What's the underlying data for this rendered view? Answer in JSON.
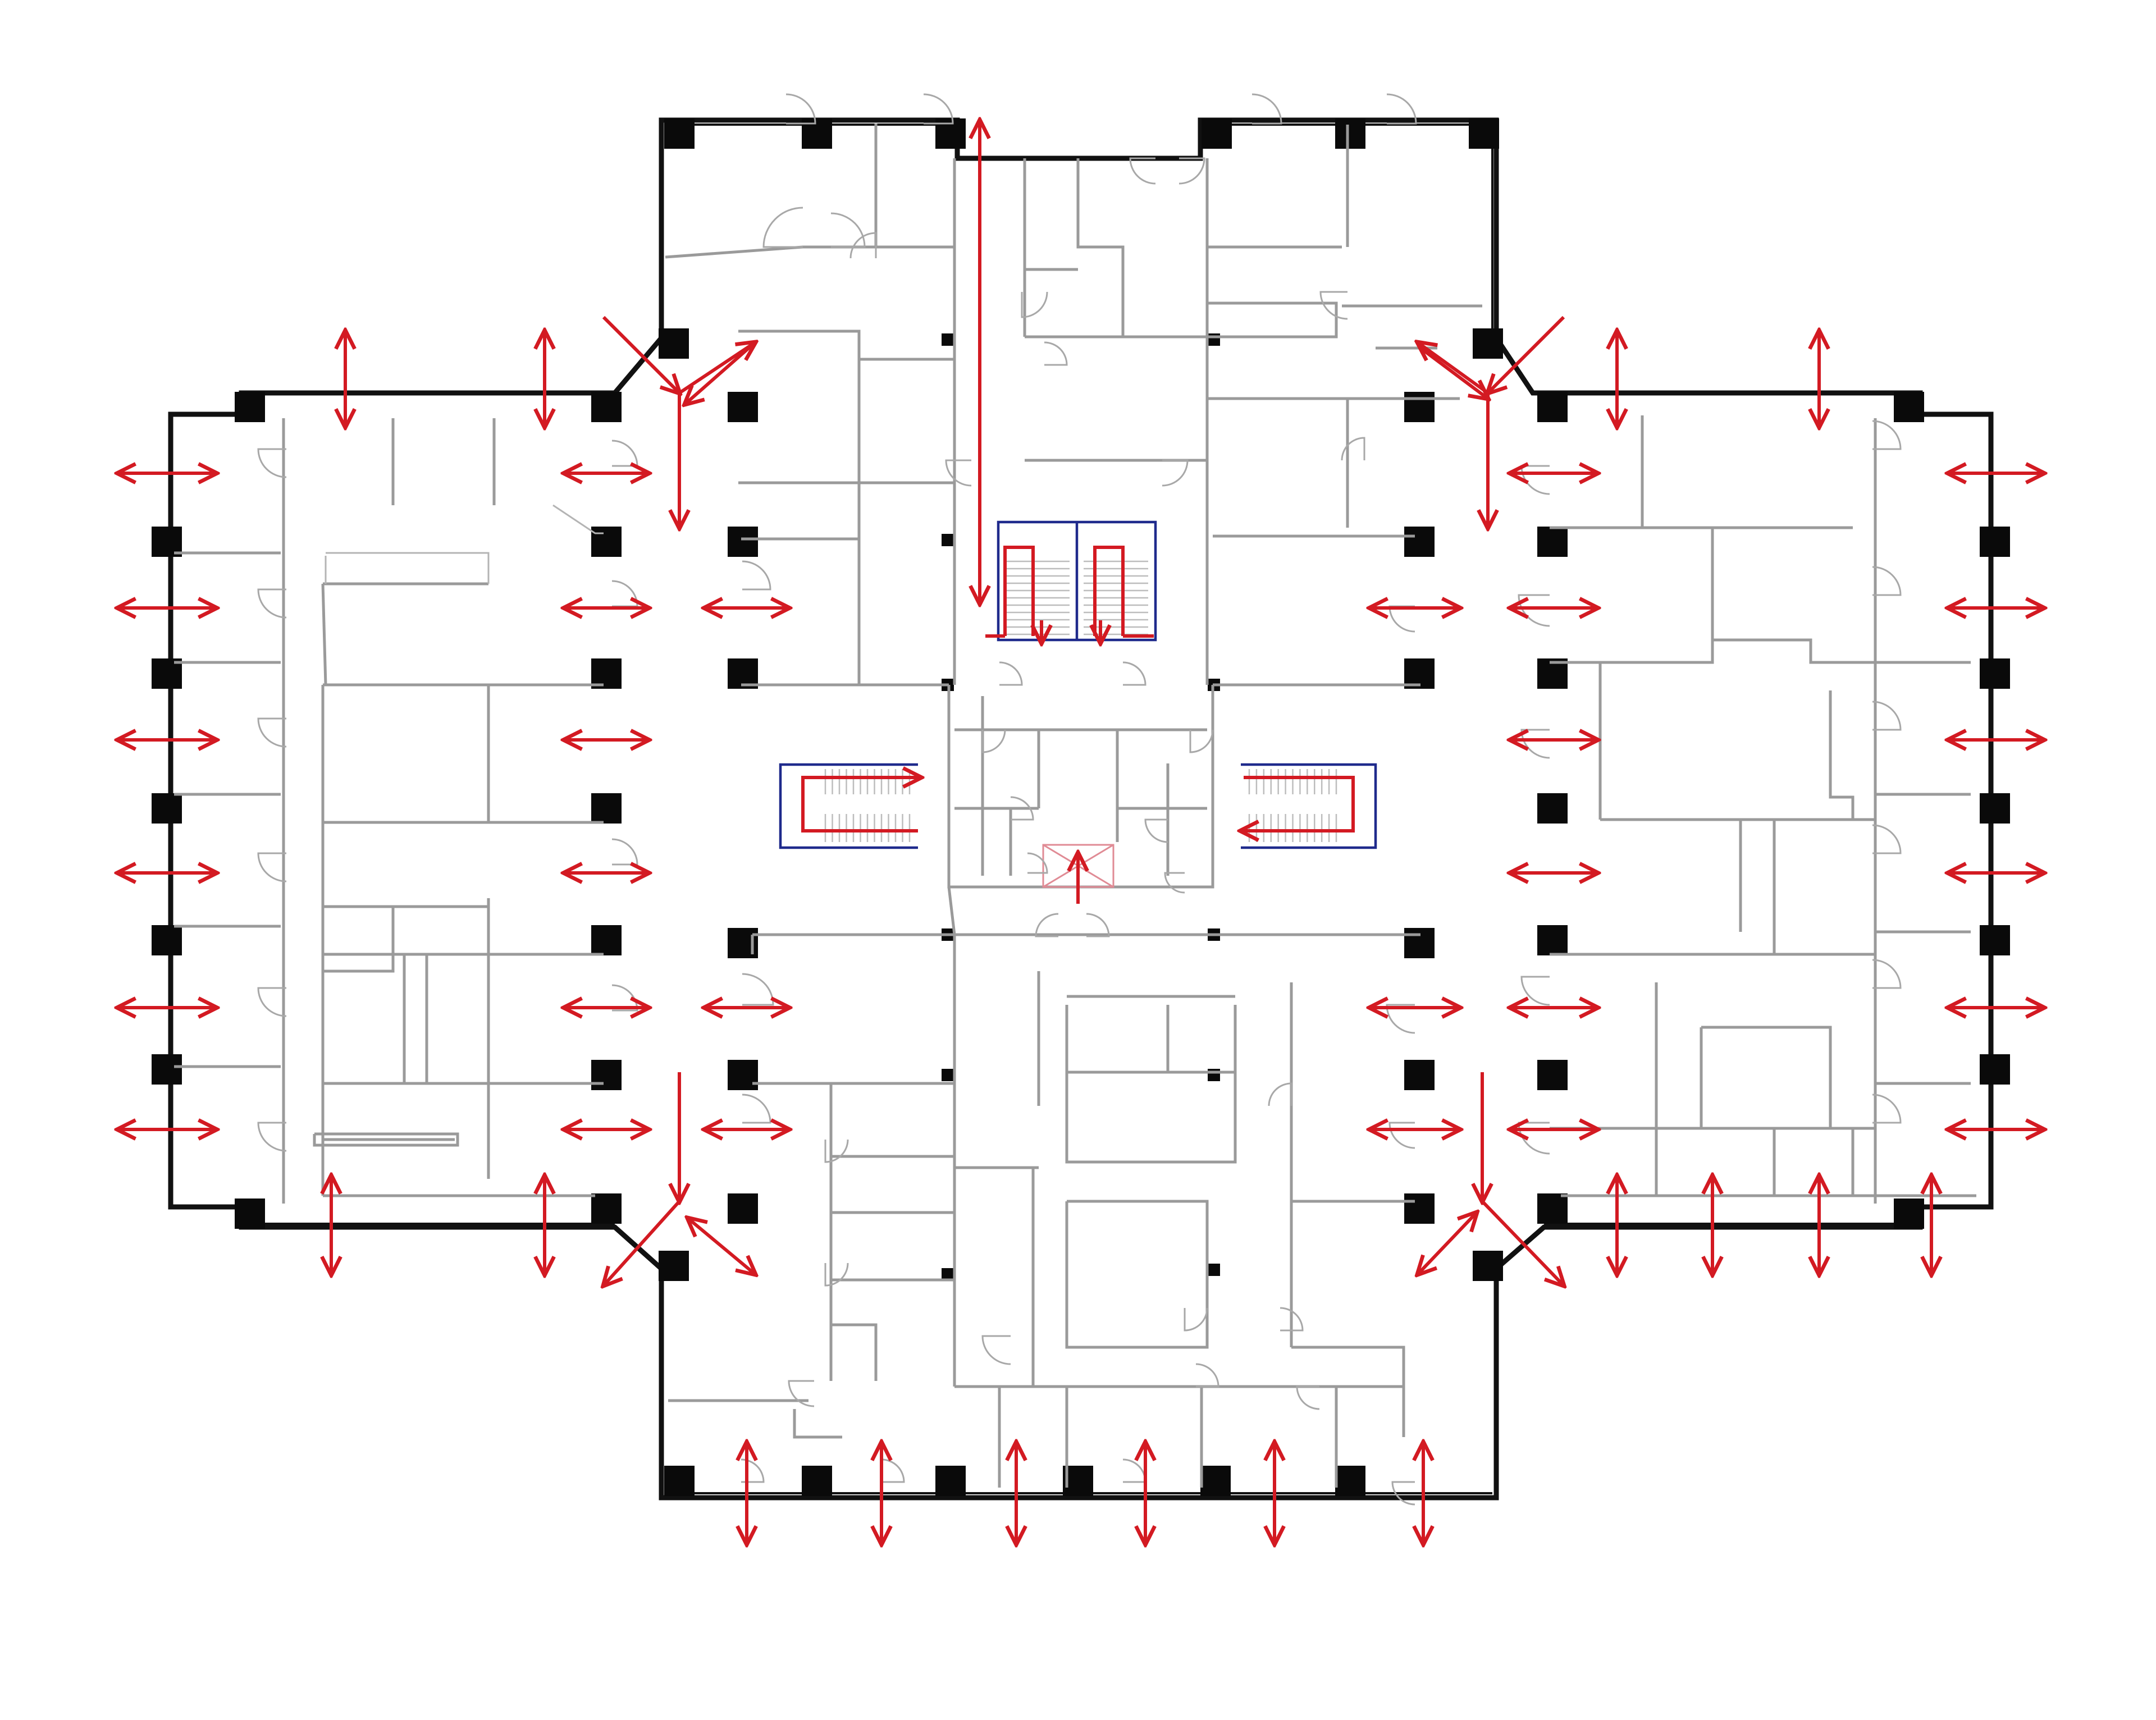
{
  "diagram": {
    "type": "floor-plan",
    "colors": {
      "background": "#ffffff",
      "exterior_wall": "#111111",
      "column": "#0a0a0a",
      "interior_wall": "#9a9a9a",
      "stair_outline": "#1f2a8c",
      "egress_arrow": "#d31a22"
    },
    "legend": {},
    "symbols": {
      "egress_arrow": "double-headed-arrow-icon",
      "stair_path": "stair-route-icon",
      "elevator": "elevator-shaft-icon",
      "door": "door-swing-icon",
      "column": "structural-column-icon"
    },
    "counts": {
      "stairs": 4,
      "elevators": 1,
      "wings": 4
    }
  }
}
